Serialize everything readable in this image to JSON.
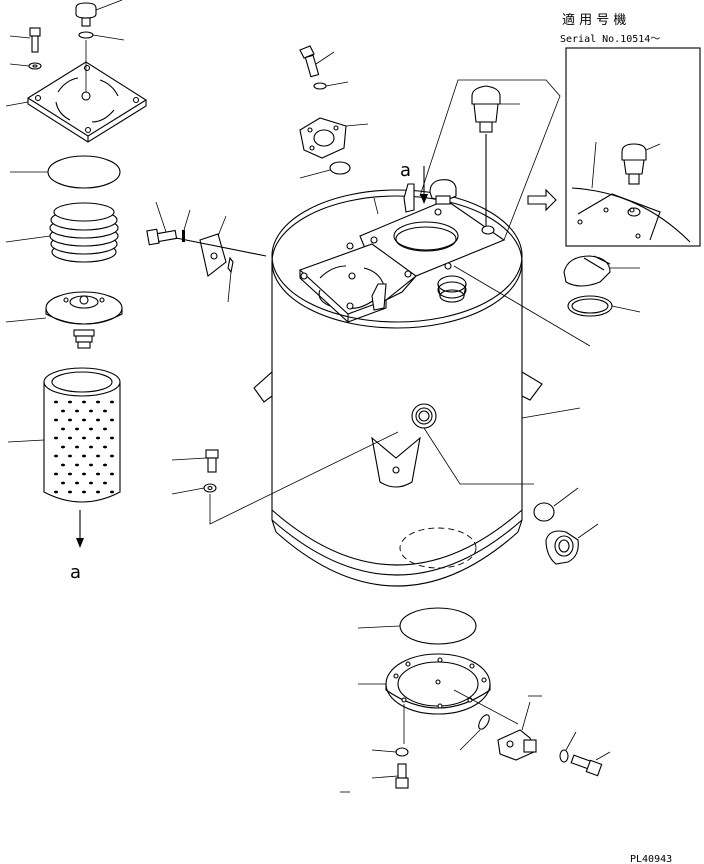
{
  "applicability": {
    "title": "適 用 号 機",
    "serial": "Serial No.10514～"
  },
  "callout_label": "a",
  "drawing_number": "PL40943"
}
